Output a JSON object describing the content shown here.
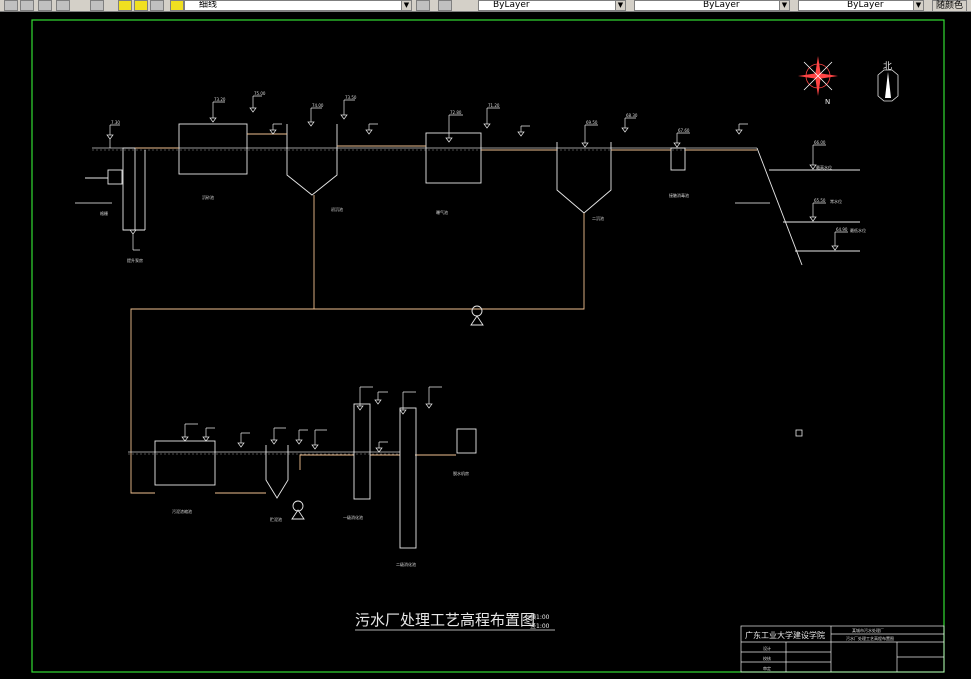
{
  "toolbar": {
    "linetype_label": "细线",
    "layer_color": "ByLayer",
    "linetype": "ByLayer",
    "lineweight": "ByLayer",
    "right_button": "随颜色"
  },
  "drawing": {
    "title": "污水厂处理工艺高程布置图",
    "scale_h": "横1:00",
    "scale_v": "竖1:00",
    "north_label": "北",
    "compass_n": "N",
    "units": {
      "inlet": "格栅",
      "inlet_well": "提升泵房",
      "grit": "沉砂池",
      "primary": "初沉池",
      "aeration": "曝气池",
      "secondary": "二沉池",
      "disinfect": "接触消毒池",
      "sludge_thick": "污泥浓缩池",
      "sludge_pump": "贮泥池",
      "digester1": "一级消化池",
      "digester2": "二级消化池",
      "dewater": "脱水机房"
    },
    "levels": [
      "7.30",
      "73.20",
      "75.00",
      "74.00",
      "73.50",
      "72.80",
      "71.20",
      "69.50",
      "68.30",
      "67.60",
      "66.00",
      "65.50",
      "64.90"
    ],
    "river_levels": [
      "最高水位",
      "常水位",
      "最低水位"
    ]
  },
  "title_block": {
    "institution": "广东工业大学建设学院",
    "project": "某城市污水处理厂",
    "drawing_name": "污水厂处理工艺高程布置图",
    "rows": [
      "设计",
      "校核",
      "审定"
    ]
  }
}
